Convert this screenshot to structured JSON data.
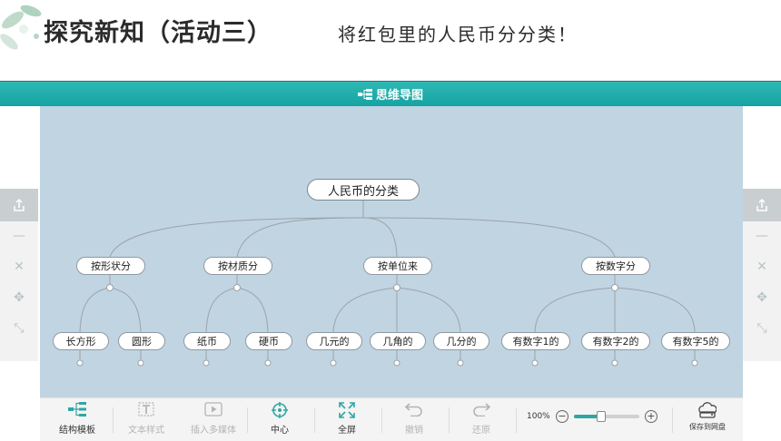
{
  "slide": {
    "title": "探究新知（活动三）",
    "subtitle": "将红包里的人民币分分类！"
  },
  "app": {
    "title": "思维导图",
    "title_icon": "mindmap-icon"
  },
  "side_tools": [
    "share-icon",
    "minus-icon",
    "close-icon",
    "move-icon",
    "fit-icon"
  ],
  "mindmap": {
    "root": "人民币的分类",
    "branches": [
      {
        "label": "按形状分",
        "children": [
          "长方形",
          "圆形"
        ]
      },
      {
        "label": "按材质分",
        "children": [
          "纸币",
          "硬币"
        ]
      },
      {
        "label": "按单位来",
        "children": [
          "几元的",
          "几角的",
          "几分的"
        ]
      },
      {
        "label": "按数字分",
        "children": [
          "有数字1的",
          "有数字2的",
          "有数字5的"
        ]
      }
    ]
  },
  "toolbar": {
    "structure": {
      "label": "结构模板",
      "icon": "structure-icon",
      "enabled": true
    },
    "text_style": {
      "label": "文本样式",
      "icon": "text-style-icon",
      "enabled": false
    },
    "insert_media": {
      "label": "插入多媒体",
      "icon": "play-icon",
      "enabled": false
    },
    "center": {
      "label": "中心",
      "icon": "crosshair-icon",
      "enabled": true
    },
    "fullscreen": {
      "label": "全屏",
      "icon": "fullscreen-icon",
      "enabled": true
    },
    "undo": {
      "label": "撤销",
      "icon": "undo-icon",
      "enabled": false
    },
    "redo": {
      "label": "还原",
      "icon": "redo-icon",
      "enabled": false
    },
    "zoom": {
      "label": "100%",
      "level": 0.4
    },
    "save": {
      "label": "保存到网盘",
      "icon": "cloud-disk-icon",
      "enabled": true
    }
  },
  "colors": {
    "header_teal": "#15a3a3",
    "canvas_bg": "#c1d4e1",
    "accent": "#2fa7a4"
  }
}
